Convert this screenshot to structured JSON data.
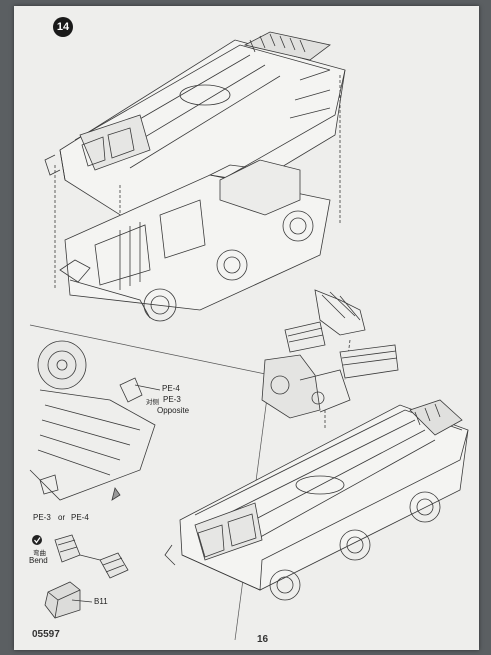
{
  "step": {
    "number": "14"
  },
  "callouts": {
    "pe4_top": "PE-4",
    "opposite_cjk": "对侧",
    "pe3": "PE-3",
    "opposite_en": "Opposite",
    "choice_pe3": "PE-3",
    "choice_or": "or",
    "choice_pe4": "PE-4",
    "bend_cjk": "弯曲",
    "bend_en": "Bend",
    "b11": "B11"
  },
  "footer": {
    "product_code": "05597",
    "page_number": "16"
  },
  "colors": {
    "background": "#5b5f62",
    "paper": "#eeeeec",
    "ink": "#3a3a3a"
  }
}
